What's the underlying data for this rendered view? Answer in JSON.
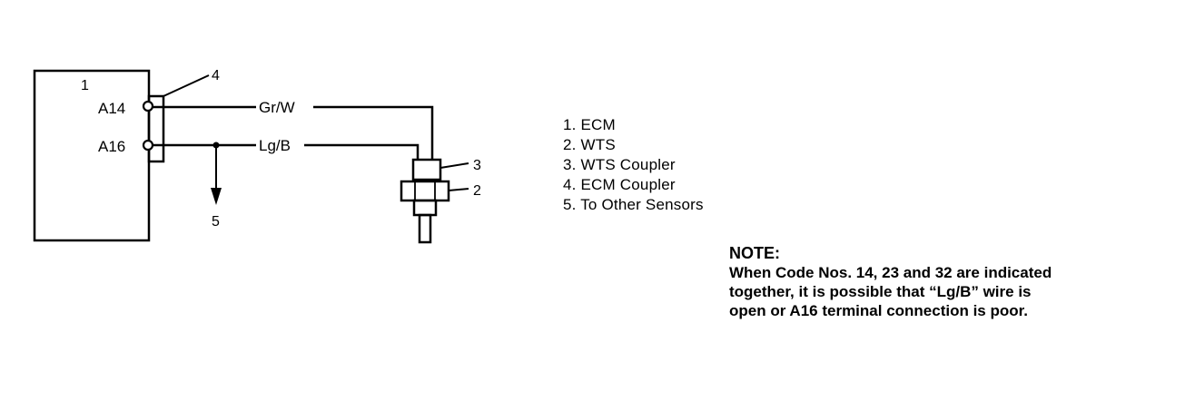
{
  "diagram": {
    "ecm_number": "1",
    "wts_number": "2",
    "coupler_number": "3",
    "ecm_coupler_number": "4",
    "other_sensors_number": "5",
    "terminal_a14": "A14",
    "terminal_a16": "A16",
    "wire_top": "Gr/W",
    "wire_bottom": "Lg/B"
  },
  "legend": {
    "items": [
      "1. ECM",
      "2. WTS",
      "3. WTS Coupler",
      "4. ECM Coupler",
      "5. To Other Sensors"
    ]
  },
  "note": {
    "title": "NOTE:",
    "text": "When Code Nos. 14, 23 and 32 are indicated together, it is possible that “Lg/B” wire is open or A16 terminal connection is poor.",
    "lines": [
      "When Code Nos. 14, 23 and 32 are indicated",
      "together, it is possible that “Lg/B” wire is",
      "open or A16 terminal connection is poor."
    ]
  }
}
